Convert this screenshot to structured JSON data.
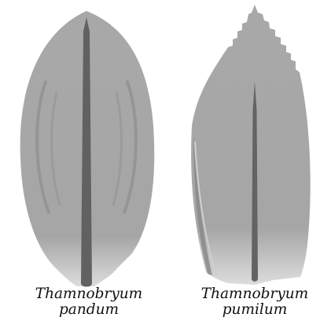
{
  "specimens": [
    {
      "genus": "Thamnobryum",
      "species": "pandum"
    },
    {
      "genus": "Thamnobryum",
      "species": "pumilum"
    }
  ],
  "colors": {
    "leaf_fill": "#a6a6a6",
    "leaf_base_fill": "#d9d9d9",
    "leaf_shadow": "#8f8f8f",
    "costa": "#616161",
    "fold_lines": "#949494",
    "background": "#ffffff"
  }
}
